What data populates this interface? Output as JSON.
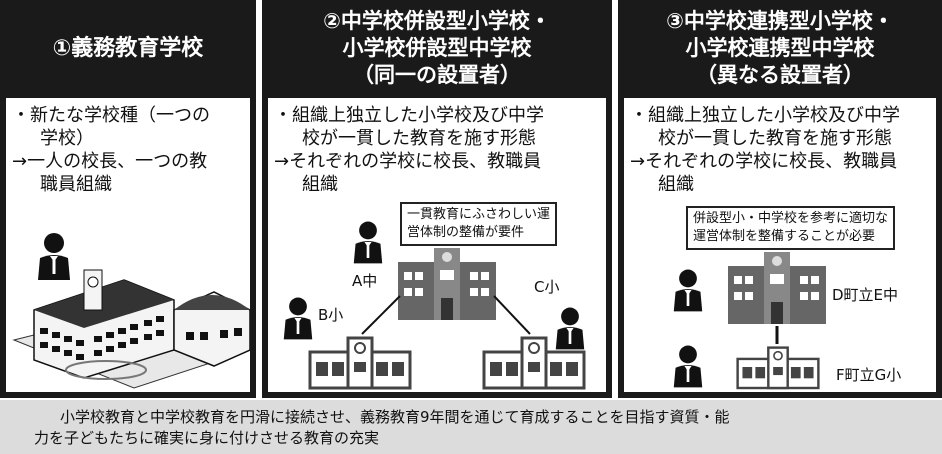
{
  "panels": [
    {
      "title_lines": [
        "①義務教育学校"
      ],
      "desc": [
        "・新たな学校種（一つの",
        "学校）",
        "→一人の校長、一つの教",
        "職員組織"
      ]
    },
    {
      "title_lines": [
        "②中学校併設型小学校・",
        "小学校併設型中学校",
        "（同一の設置者）"
      ],
      "desc": [
        "・組織上独立した小学校及び中学",
        "校が一貫した教育を施す形態",
        "→それぞれの学校に校長、教職員",
        "組織"
      ],
      "note": [
        "一貫教育にふさわしい運",
        "営体制の整備が要件"
      ],
      "labels": {
        "a": "A中",
        "b": "B小",
        "c": "C小"
      }
    },
    {
      "title_lines": [
        "③中学校連携型小学校・",
        "小学校連携型中学校",
        "（異なる設置者）"
      ],
      "desc": [
        "・組織上独立した小学校及び中学",
        "校が一貫した教育を施す形態",
        "→それぞれの学校に校長、教職員",
        "組織"
      ],
      "note": [
        "併設型小・中学校を参考に適切な",
        "運営体制を整備することが必要"
      ],
      "labels": {
        "d": "D町立E中",
        "f": "F町立G小"
      }
    }
  ],
  "bottom_text": [
    "小学校教育と中学校教育を円滑に接続させ、義務教育9年間を通じて育成することを目指す資質・能",
    "力を子どもたちに確実に身に付けさせる教育の充実"
  ],
  "colors": {
    "panel_bg": "#1a1a1a",
    "bottom_bg": "#dcdcdc",
    "building": "#555555"
  },
  "icons": [
    "person-icon",
    "middle-school-building-icon",
    "elementary-school-building-icon",
    "integrated-school-building-icon"
  ]
}
